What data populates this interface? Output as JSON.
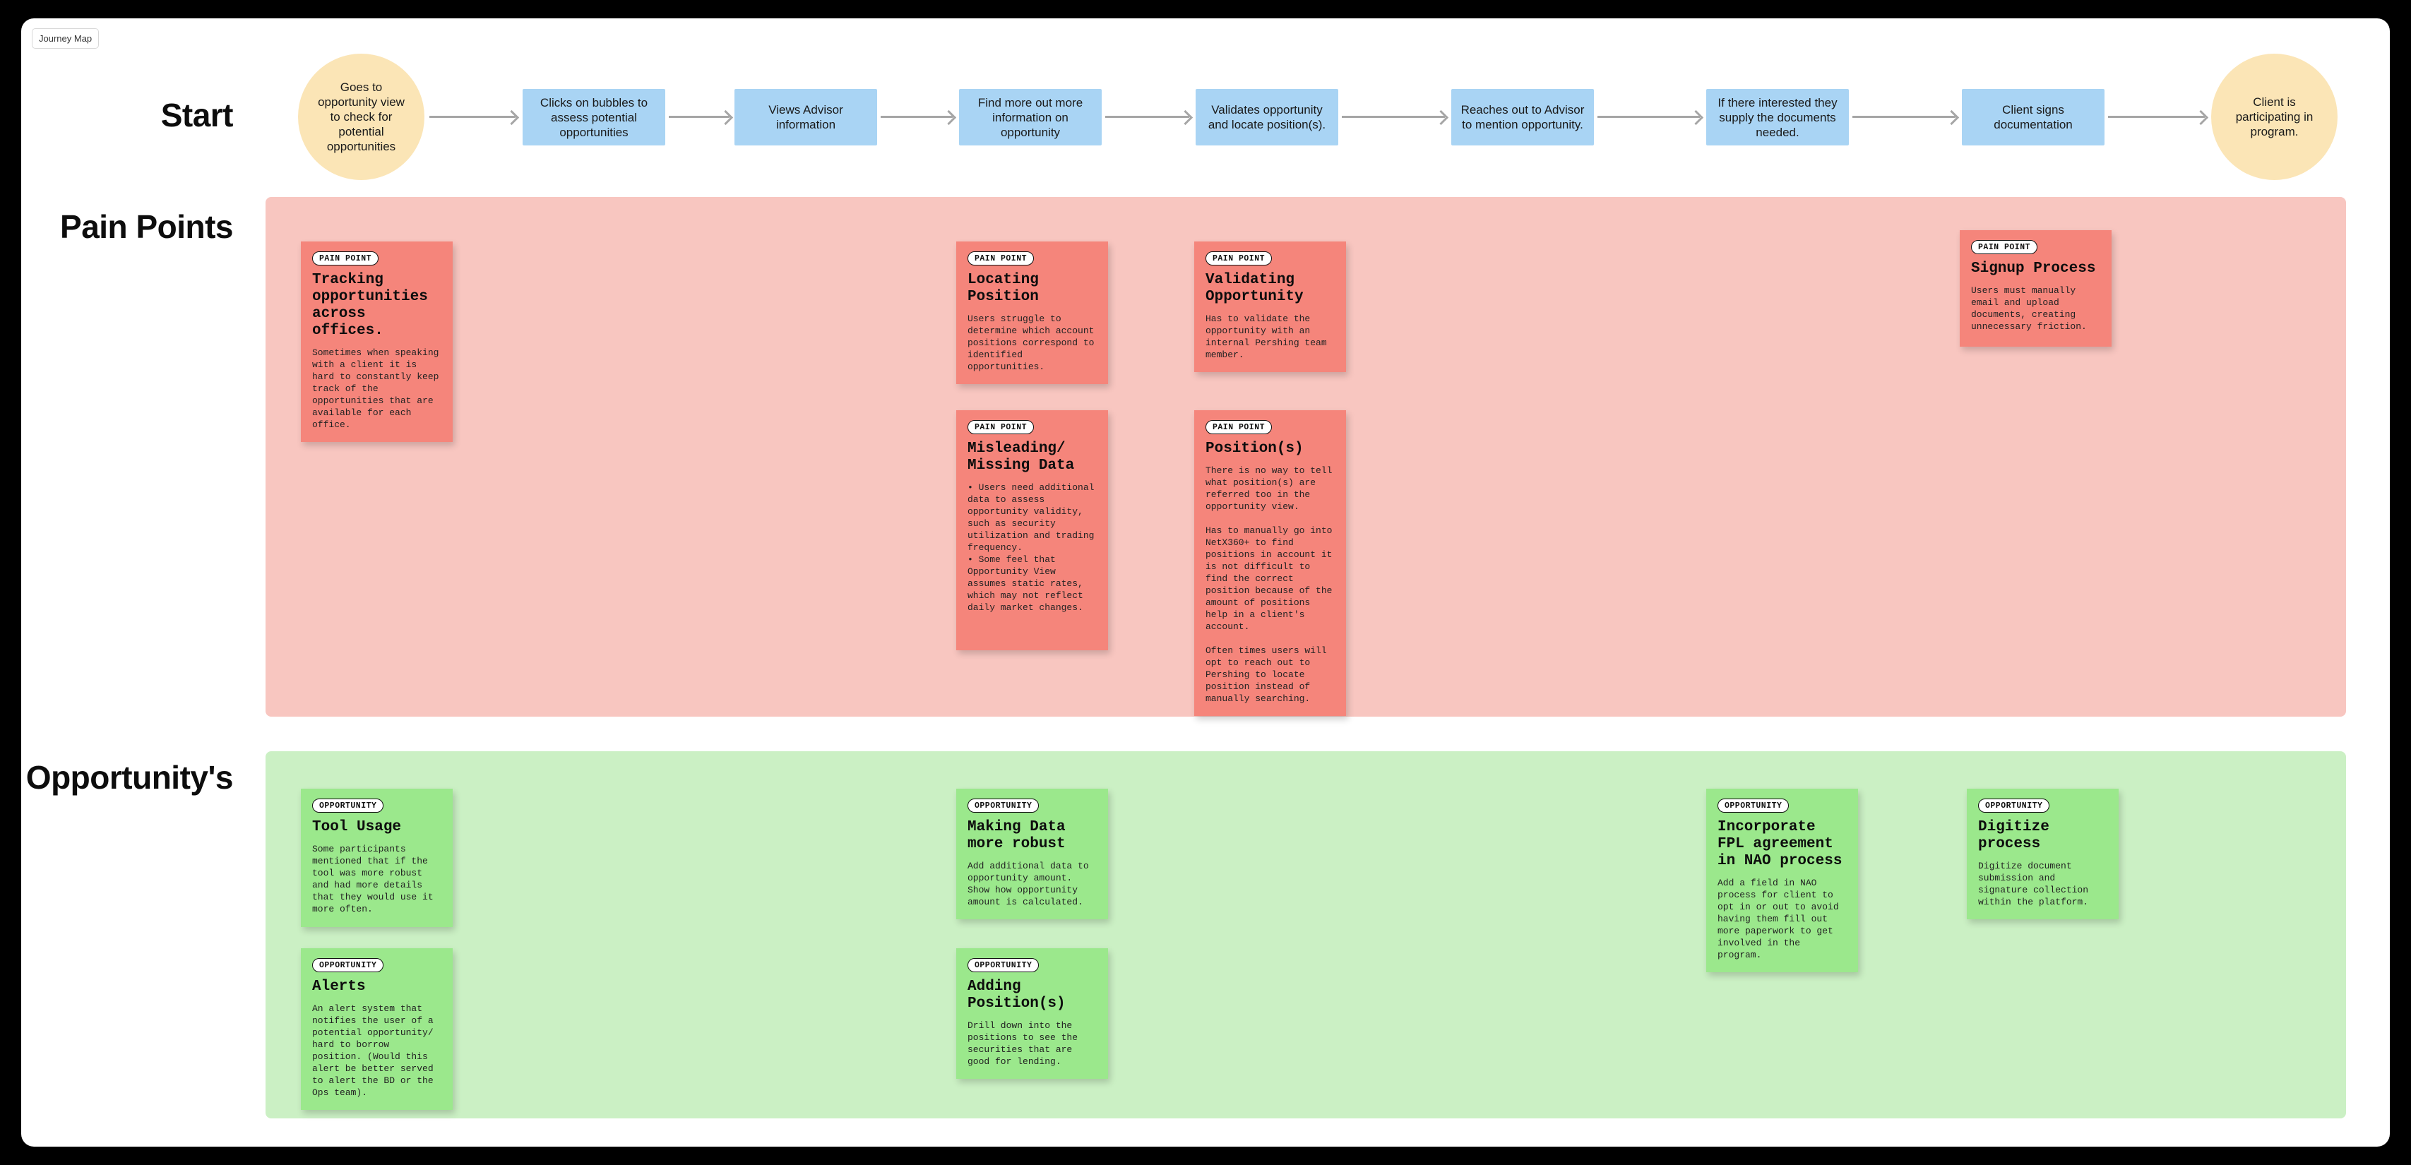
{
  "canvas": {
    "tab_label": "Journey Map"
  },
  "colors": {
    "frame": "#000000",
    "canvas": "#ffffff",
    "start_circle": "#FBE5B6",
    "flow_box": "#A9D4F4",
    "arrow": "#A6A6A6",
    "pain_section_bg": "#F8C6C0",
    "pain_note": "#F5857B",
    "opportunity_section_bg": "#CBF0C4",
    "opportunity_note": "#9BE88C"
  },
  "flow": {
    "row_label": "Start",
    "steps": [
      {
        "type": "circle",
        "label": "Goes to opportunity view to check for potential opportunities"
      },
      {
        "type": "box",
        "label": "Clicks on bubbles to assess potential opportunities"
      },
      {
        "type": "box",
        "label": "Views Advisor information"
      },
      {
        "type": "box",
        "label": "Find more out more information on opportunity"
      },
      {
        "type": "box",
        "label": "Validates opportunity and locate position(s)."
      },
      {
        "type": "box",
        "label": "Reaches out to Advisor to mention opportunity."
      },
      {
        "type": "box",
        "label": "If there interested they supply the documents needed."
      },
      {
        "type": "box",
        "label": "Client signs documentation"
      },
      {
        "type": "circle",
        "label": "Client is participating in program."
      }
    ]
  },
  "sections": [
    {
      "label": "Pain Points",
      "notes": [
        {
          "badge": "PAIN POINT",
          "title": "Tracking opportunities across offices.",
          "body": "Sometimes when speaking with a client it is hard to constantly keep track of the opportunities that are available for each office."
        },
        {
          "badge": "PAIN POINT",
          "title": "Locating Position",
          "body": "Users struggle to determine which account positions correspond to identified opportunities."
        },
        {
          "badge": "PAIN POINT",
          "title": "Validating Opportunity",
          "body": "Has to validate the opportunity with an internal Pershing team member."
        },
        {
          "badge": "PAIN POINT",
          "title": "Signup Process",
          "body": "Users must manually email and upload documents, creating unnecessary friction."
        },
        {
          "badge": "PAIN POINT",
          "title": "Misleading/\nMissing Data",
          "body": "• Users need additional data to assess opportunity validity, such as security utilization and trading frequency.\n• Some feel that Opportunity View assumes static rates, which may not reflect daily market changes."
        },
        {
          "badge": "PAIN POINT",
          "title": "Position(s)",
          "body": "There is no way to tell what position(s) are referred too in the opportunity view.\n\nHas to manually go into NetX360+ to find positions in account it is not difficult to find the correct position because of the amount of positions help in a client's account.\n\nOften times users will opt to reach out to Pershing to locate position instead of manually searching."
        }
      ]
    },
    {
      "label": "Opportunity's",
      "notes": [
        {
          "badge": "OPPORTUNITY",
          "title": "Tool Usage",
          "body": "Some participants mentioned that if the tool was more robust and had more details that they would use it more often."
        },
        {
          "badge": "OPPORTUNITY",
          "title": "Alerts",
          "body": "An alert system that notifies the user of a potential opportunity/ hard to borrow position. (Would this alert be better served to alert the BD or the Ops team)."
        },
        {
          "badge": "OPPORTUNITY",
          "title": "Making Data more robust",
          "body": "Add additional data to opportunity amount. Show how opportunity amount is calculated."
        },
        {
          "badge": "OPPORTUNITY",
          "title": "Adding Position(s)",
          "body": "Drill down into the positions to see the securities that are good for lending."
        },
        {
          "badge": "OPPORTUNITY",
          "title": "Incorporate FPL agreement in NAO process",
          "body": "Add a field in NAO process for client to opt in or out to avoid having them fill out more paperwork to get involved in the program."
        },
        {
          "badge": "OPPORTUNITY",
          "title": "Digitize process",
          "body": "Digitize document submission and signature collection within the platform."
        }
      ]
    }
  ]
}
